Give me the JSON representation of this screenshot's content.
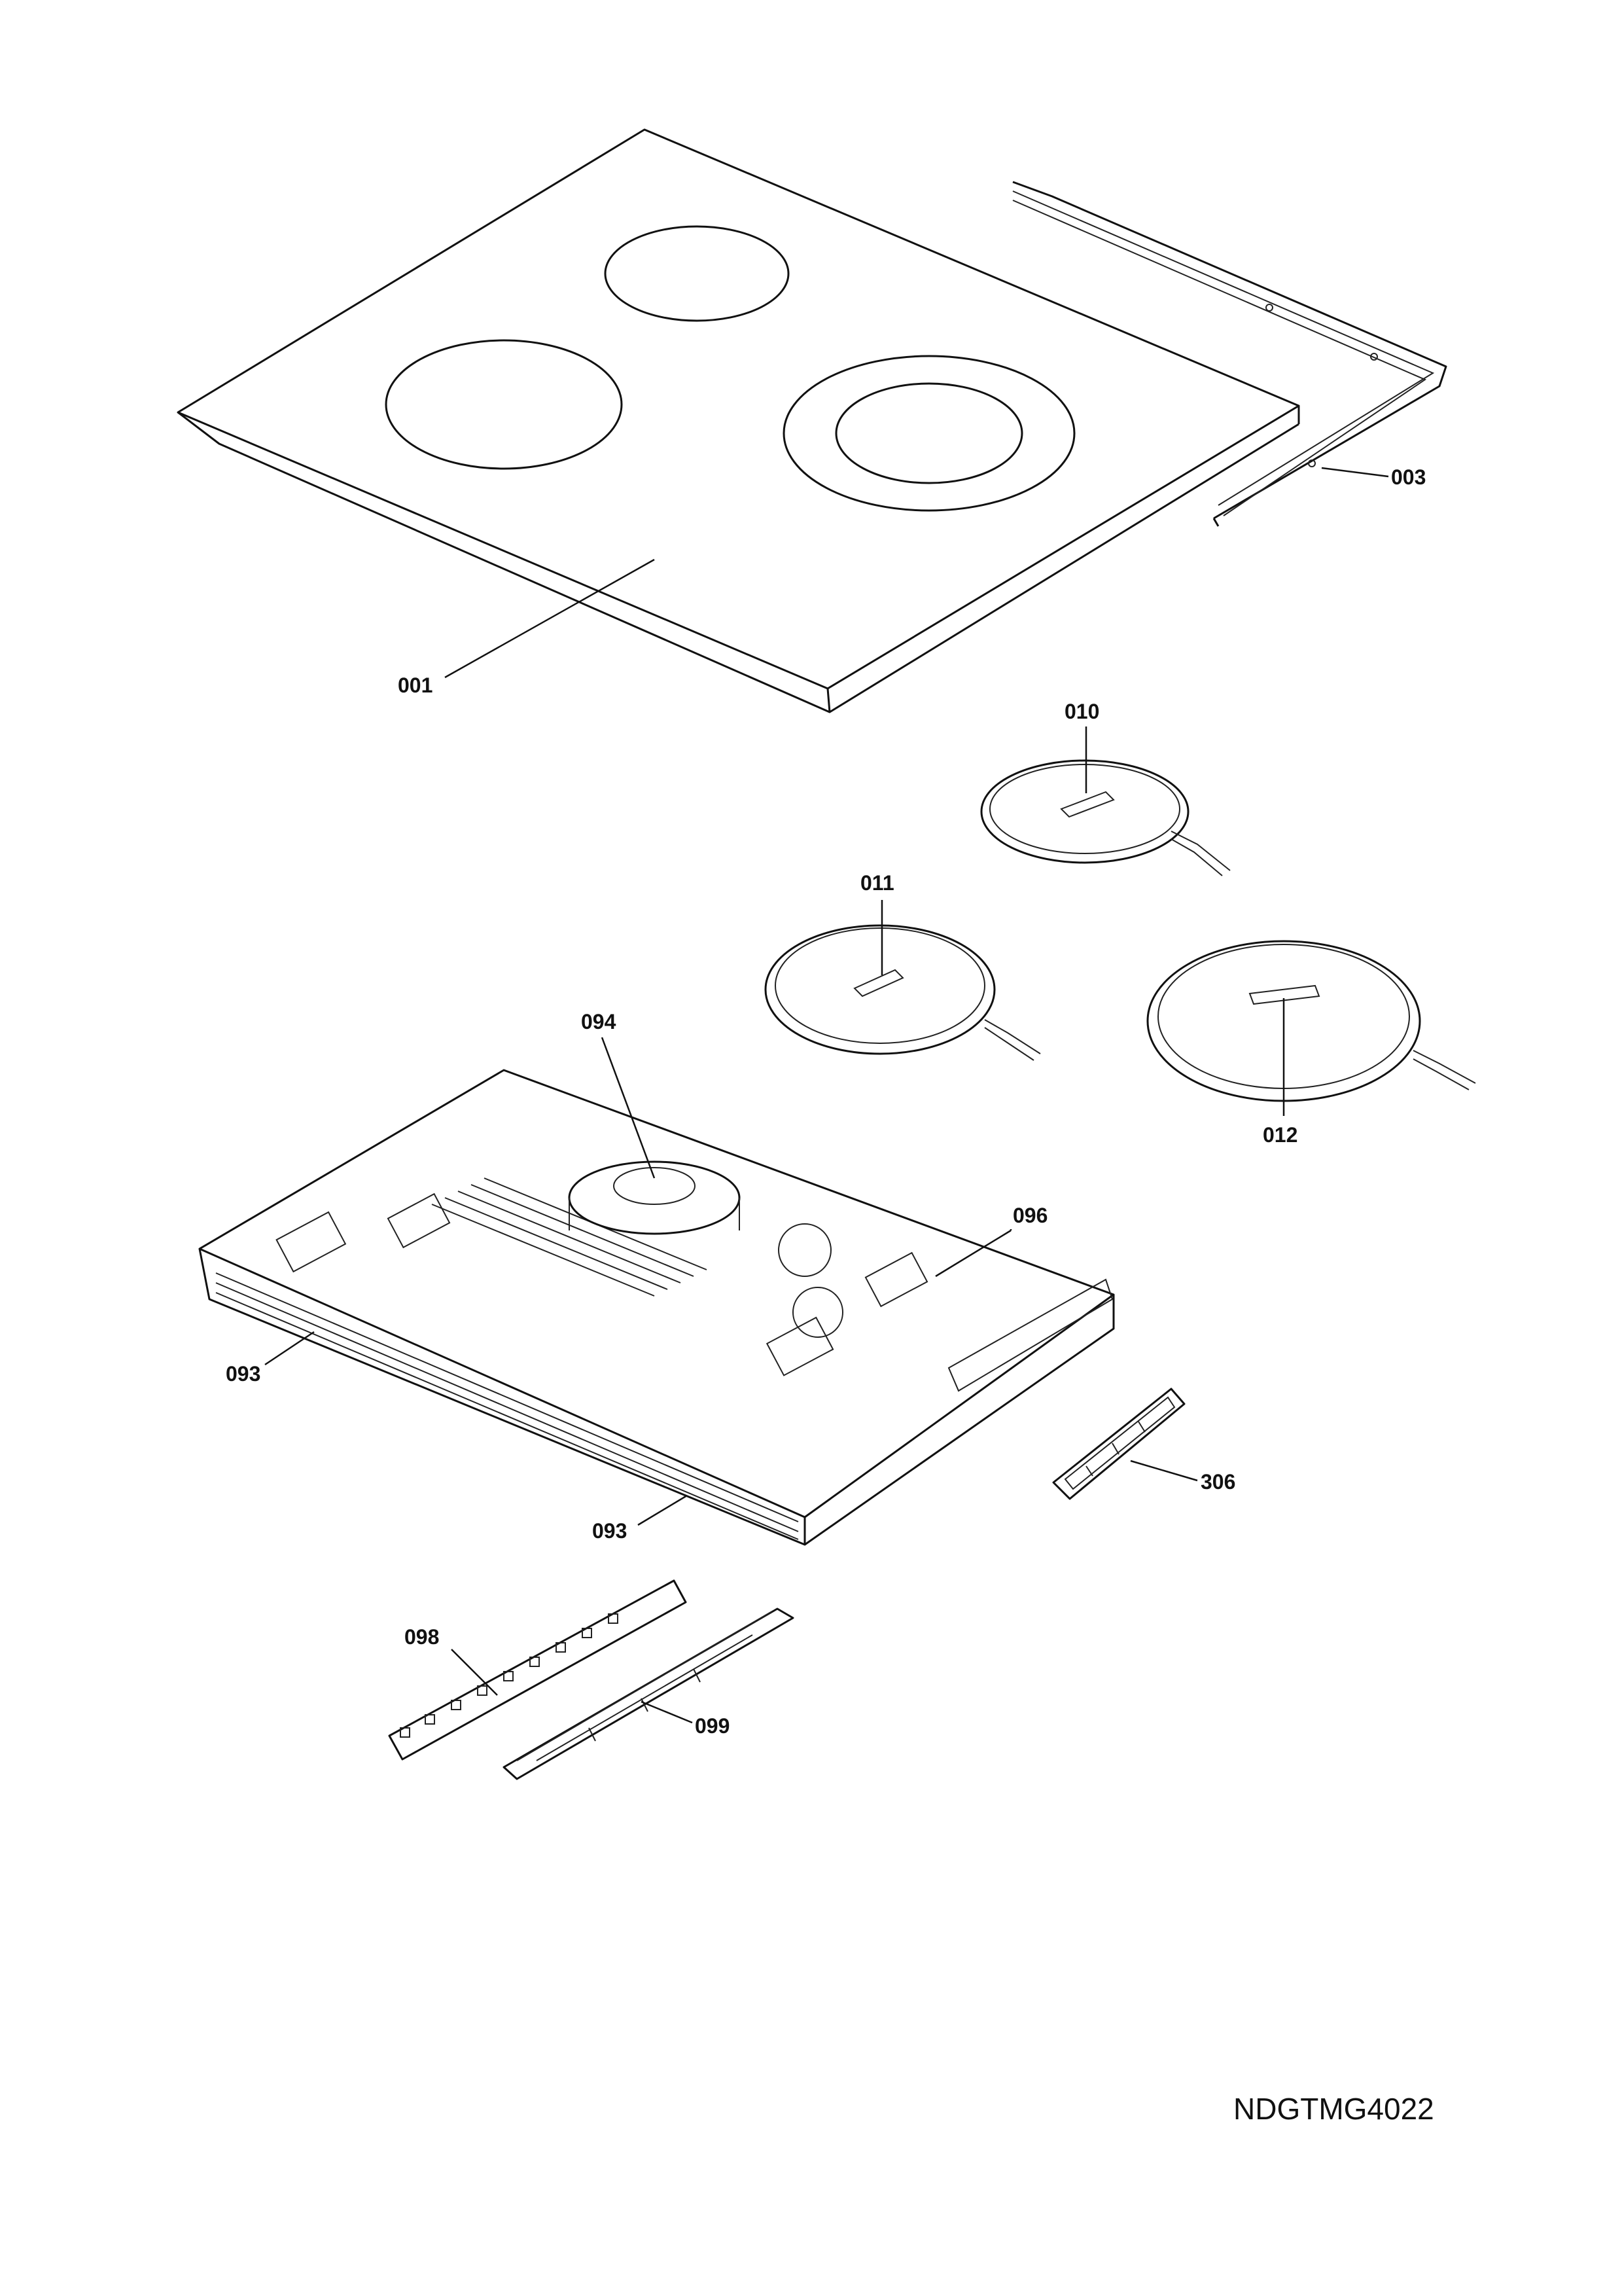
{
  "diagram": {
    "callouts": {
      "p001": "001",
      "p003": "003",
      "p010": "010",
      "p011": "011",
      "p012": "012",
      "p094": "094",
      "p096": "096",
      "p093a": "093",
      "p093b": "093",
      "p306": "306",
      "p098": "098",
      "p099": "099"
    },
    "document_id": "NDGTMG4022"
  }
}
